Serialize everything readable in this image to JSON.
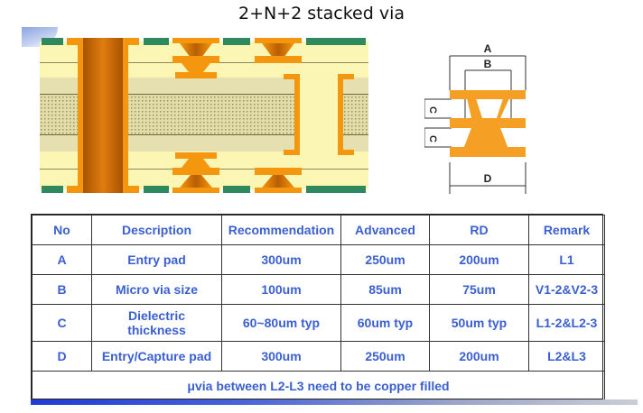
{
  "title": "2+N+2 stacked via",
  "diagram": {
    "cross_section": {
      "description": "PCB cross-section showing through-hole via, stacked microvias on outer layers, and buried via",
      "colors": {
        "copper": "#f5960f",
        "copper_dark": "#b95d05",
        "prepreg": "#fbf6b4",
        "core": "#d8d29a",
        "soldermask": "#2e8a5e"
      }
    },
    "detail": {
      "labels": {
        "a": "A",
        "b": "B",
        "c1": "C",
        "c2": "C",
        "d": "D"
      }
    }
  },
  "table": {
    "headers": [
      "No",
      "Description",
      "Recommendation",
      "Advanced",
      "RD",
      "Remark"
    ],
    "rows": [
      [
        "A",
        "Entry pad",
        "300um",
        "250um",
        "200um",
        "L1"
      ],
      [
        "B",
        "Micro via size",
        "100um",
        "85um",
        "75um",
        "V1-2&V2-3"
      ],
      [
        "C",
        "Dielectric thickness",
        "60~80um typ",
        "60um typ",
        "50um typ",
        "L1-2&L2-3"
      ],
      [
        "D",
        "Entry/Capture pad",
        "300um",
        "250um",
        "200um",
        "L2&L3"
      ]
    ],
    "note": "μvia between L2-L3 need to be copper filled"
  },
  "colors": {
    "table_text": "#3a5fd0"
  }
}
